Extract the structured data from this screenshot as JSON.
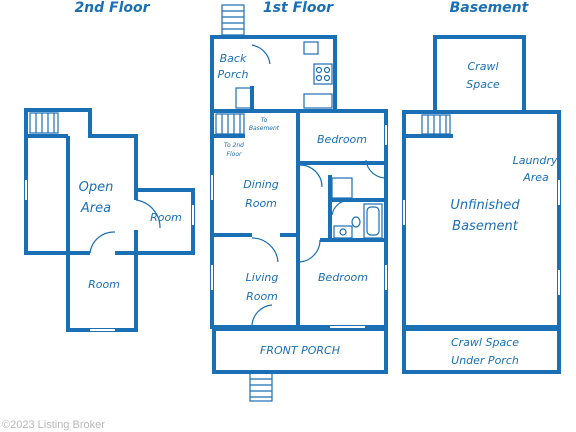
{
  "titles": {
    "second_floor": "2nd Floor",
    "first_floor": "1st Floor",
    "basement": "Basement"
  },
  "second_floor": {
    "open_area": [
      "Open",
      "Area"
    ],
    "room_east": "Room",
    "room_south": "Room"
  },
  "first_floor": {
    "back_porch": [
      "Back",
      "Porch"
    ],
    "to_basement": [
      "To",
      "Basement"
    ],
    "to_2nd_floor": [
      "To 2nd",
      "Floor"
    ],
    "dining_room": [
      "Dining",
      "Room"
    ],
    "living_room": [
      "Living",
      "Room"
    ],
    "bedroom_top": "Bedroom",
    "bedroom_bottom": "Bedroom",
    "front_porch": "FRONT PORCH"
  },
  "basement": {
    "crawl_space": [
      "Crawl",
      "Space"
    ],
    "laundry": [
      "Laundry",
      "Area"
    ],
    "unfinished": [
      "Unfinished",
      "Basement"
    ],
    "crawl_under": [
      "Crawl Space",
      "Under Porch"
    ]
  },
  "watermark": "©2023 Listing Broker",
  "colors": {
    "wall": "#1a6fb5",
    "text": "#1a6fb5",
    "watermark": "#b9b9b9"
  }
}
